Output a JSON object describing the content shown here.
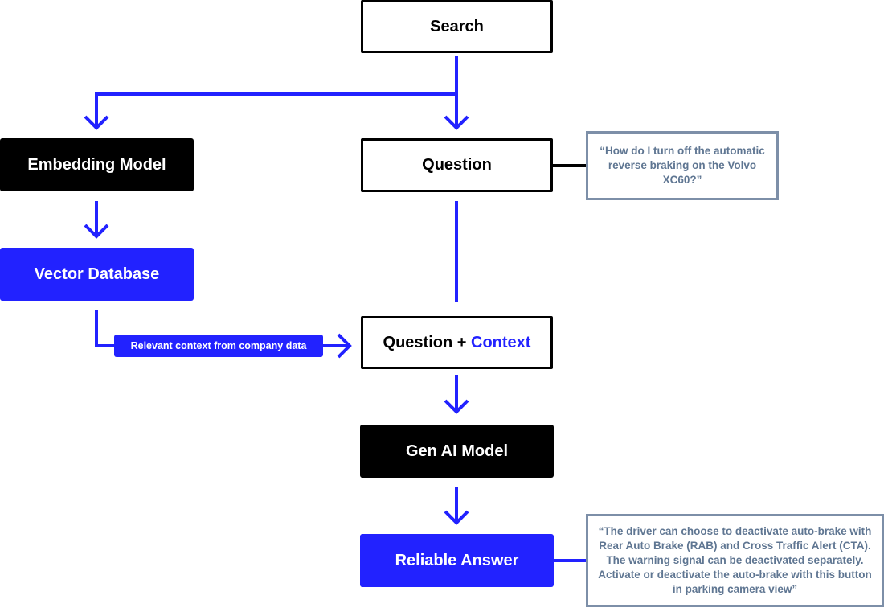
{
  "colors": {
    "accent": "#2222ff",
    "dark": "#000000",
    "note_border": "#7d8fa8",
    "note_text": "#5f7692"
  },
  "nodes": {
    "search": "Search",
    "embedding_model": "Embedding Model",
    "question": "Question",
    "vector_database": "Vector Database",
    "question_context_prefix": "Question + ",
    "question_context_highlight": "Context",
    "gen_ai_model": "Gen AI Model",
    "reliable_answer": "Reliable Answer"
  },
  "edge_label": "Relevant context from company data",
  "notes": {
    "question_example": "“How do I turn off the automatic reverse braking on the Volvo XC60?”",
    "answer_example": "“The driver can choose to deactivate auto-brake with Rear Auto Brake (RAB) and Cross Traffic Alert (CTA). The warning signal can be deactivated separately. Activate or deactivate the auto-brake with this button in parking camera view”"
  }
}
